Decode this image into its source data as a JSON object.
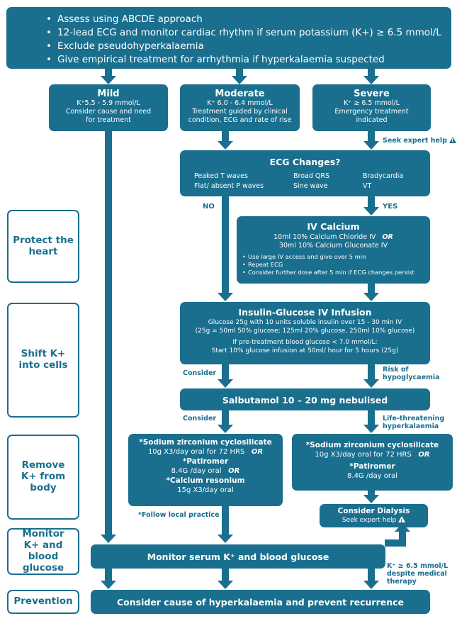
{
  "colors": {
    "primary": "#1a6f8f",
    "background": "#ffffff"
  },
  "assess": {
    "items": [
      "Assess using ABCDE approach",
      "12-lead ECG and monitor cardiac rhythm if serum potassium (K+) ≥ 6.5 mmol/L",
      "Exclude pseudohyperkalaemia",
      "Give empirical treatment for arrhythmia if hyperkalaemia suspected"
    ]
  },
  "severity": {
    "mild": {
      "title": "Mild",
      "range": "K⁺5.5 - 5.9 mmol/L",
      "line1": "Consider cause and need",
      "line2": "for treatment"
    },
    "moderate": {
      "title": "Moderate",
      "range": "K⁺ 6.0 - 6.4 mmol/L",
      "line1": "Treatment guided by clinical",
      "line2": "condition, ECG and rate of rise"
    },
    "severe": {
      "title": "Severe",
      "range": "K⁺ ≥ 6.5 mmol/L",
      "line1": "Emergency treatment",
      "line2": "indicated"
    }
  },
  "seek_expert_help": "Seek expert help",
  "ecg": {
    "title": "ECG Changes?",
    "changes": [
      "Peaked T waves",
      "Broad QRS",
      "Bradycardia",
      "Flat/ absent P waves",
      "Sine wave",
      "VT"
    ],
    "no_label": "NO",
    "yes_label": "YES"
  },
  "sections": {
    "protect": "Protect the heart",
    "shift": "Shift K+ into cells",
    "remove": "Remove K+ from body",
    "monitor": "Monitor K+ and blood glucose",
    "prevention": "Prevention"
  },
  "iv_calcium": {
    "title": "IV Calcium",
    "line1": "10ml 10% Calcium Chloride IV",
    "line2": "30ml 10% Calcium Gluconate IV",
    "or": "OR",
    "notes": [
      "Use large IV access and give over 5 min",
      "Repeat ECG",
      "Consider further dose after 5 min if ECG changes persist"
    ]
  },
  "insulin": {
    "title": "Insulin-Glucose IV Infusion",
    "line1": "Glucose 25g with 10 units soluble insulin over 15 - 30 min IV",
    "line2": "(25g = 50ml 50% glucose; 125ml 20% glucose, 250ml 10% glucose)",
    "line3": "If pre-treatment blood glucose < 7.0 mmol/L:",
    "line4": "Start 10% glucose infusion at 50ml/ hour for 5 hours (25g)"
  },
  "consider_label": "Consider",
  "hypo_label": "Risk of hypoglycaemia",
  "salbutamol": {
    "title": "Salbutamol 10 – 20 mg nebulised"
  },
  "life_threat_label": "Life-threatening hyperkalaemia",
  "remove_left": {
    "drug1": "*Sodium zirconium cyclosilicate",
    "dose1": "10g X3/day oral for 72 HRS",
    "drug2": "*Patiromer",
    "dose2": "8.4G /day oral",
    "drug3": "*Calcium resonium",
    "dose3": "15g X3/day oral",
    "or": "OR"
  },
  "remove_right": {
    "drug1": "*Sodium zirconium cyclosilicate",
    "dose1": "10g X3/day oral for 72 HRS",
    "drug2": "*Patiromer",
    "dose2": "8.4G /day oral",
    "or": "OR"
  },
  "local_practice": "*Follow local practice",
  "dialysis": {
    "title": "Consider  Dialysis",
    "sub": "Seek expert help"
  },
  "monitor_box": {
    "text": "Monitor serum K⁺ and blood glucose"
  },
  "despite_label": {
    "line1": "K⁺ ≥ 6.5 mmol/L",
    "line2": "despite medical",
    "line3": "therapy"
  },
  "prevention_box": {
    "text": "Consider cause of hyperkalaemia and prevent recurrence"
  }
}
